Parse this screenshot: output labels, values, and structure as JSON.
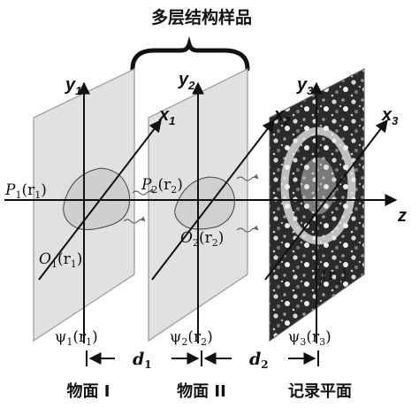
{
  "title": "多层结构样品",
  "axes": {
    "y1": "y",
    "y1_sub": "1",
    "y2": "y",
    "y2_sub": "2",
    "y3": "y",
    "y3_sub": "3",
    "x1": "x",
    "x1_sub": "1",
    "x2": "x",
    "x2_sub": "2",
    "x3": "x",
    "x3_sub": "3",
    "z": "z"
  },
  "labels": {
    "P1": "P",
    "P1_sub": "1",
    "P1_arg": "(r",
    "P1_arg_sub": "1",
    "P1_close": ")",
    "P2": "P",
    "P2_sub": "2",
    "P2_arg": "(r",
    "P2_arg_sub": "2",
    "P2_close": ")",
    "O1": "O",
    "O1_sub": "1",
    "O1_arg": "(r",
    "O1_arg_sub": "1",
    "O1_close": ")",
    "O2": "O",
    "O2_sub": "2",
    "O2_arg": "(r",
    "O2_arg_sub": "2",
    "O2_close": ")",
    "I": "I",
    "I_sub": "j",
    "I_arg": "(r",
    "I_arg_sub": "3",
    "I_close": ")"
  },
  "psi": [
    {
      "sym": "ψ",
      "sub": "1",
      "arg": "(r",
      "arg_sub": "1",
      "close": ")"
    },
    {
      "sym": "ψ",
      "sub": "2",
      "arg": "(r",
      "arg_sub": "2",
      "close": ")"
    },
    {
      "sym": "ψ",
      "sub": "3",
      "arg": "(r",
      "arg_sub": "3",
      "close": ")"
    }
  ],
  "distances": {
    "d1": "d",
    "d1_sub": "1",
    "d2": "d",
    "d2_sub": "2"
  },
  "planes": [
    "物面 I",
    "物面 II",
    "记录平面"
  ]
}
